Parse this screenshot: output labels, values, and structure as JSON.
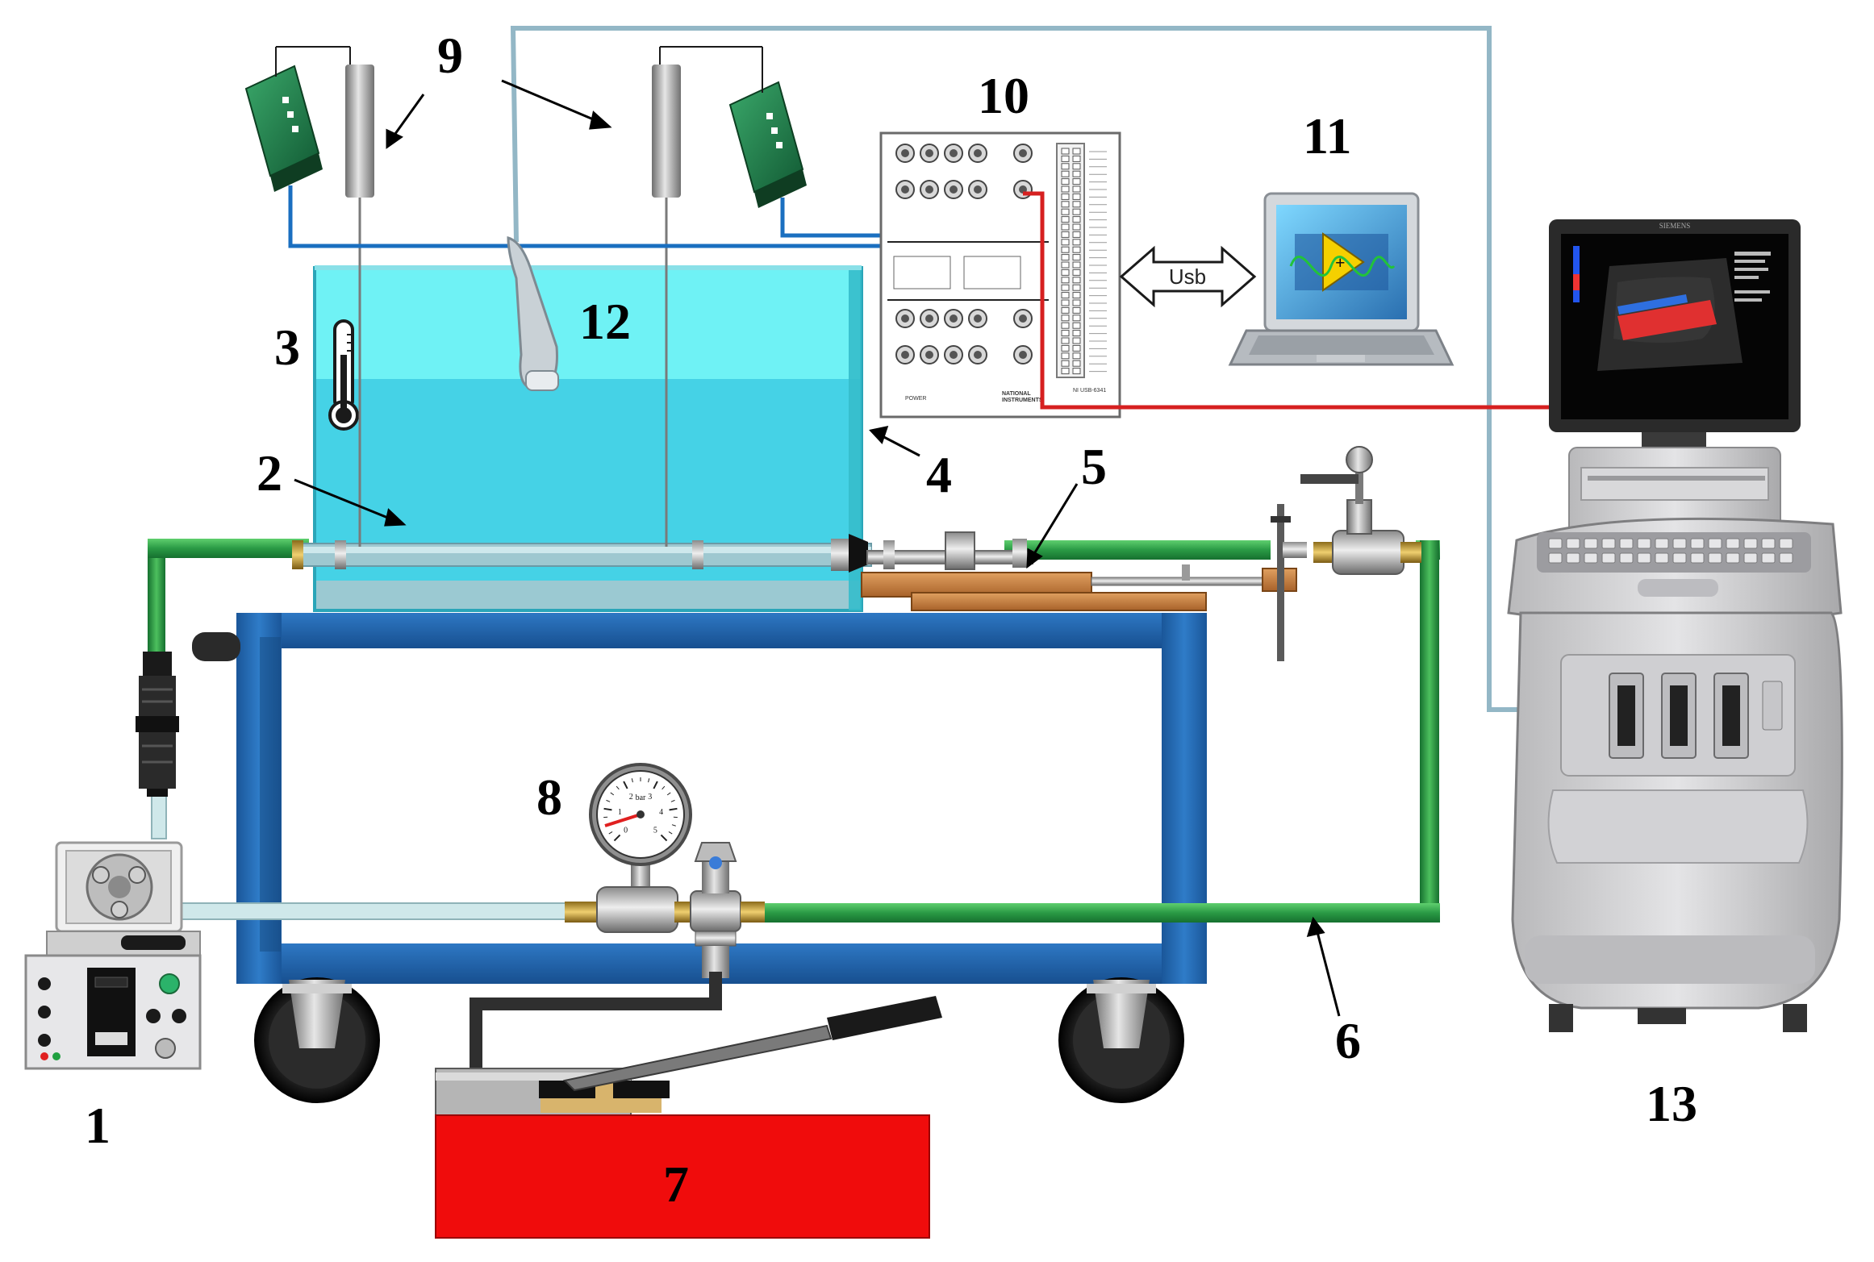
{
  "labels": {
    "n1": "1",
    "n2": "2",
    "n3": "3",
    "n4": "4",
    "n5": "5",
    "n6": "6",
    "n7": "7",
    "n8": "8",
    "n9": "9",
    "n10": "10",
    "n11": "11",
    "n12": "12",
    "n13": "13"
  },
  "daq": {
    "brand_line1": "NATIONAL",
    "brand_line2": "INSTRUMENTS",
    "power": "POWER",
    "model": "NI USB-6341"
  },
  "usb_link": "Usb",
  "gauge": {
    "unit": "bar",
    "ticks": [
      "0",
      "1",
      "2",
      "3",
      "4",
      "5"
    ]
  },
  "ultrasound": {
    "brand": "SIEMENS"
  },
  "colors": {
    "frame": "#1f5fa8",
    "pipe": "#2f9a48",
    "tank_water": "#3fd8e8",
    "cable": "#93b7c6",
    "signal_wire": "#d62020",
    "sensor_wire": "#1a6fc0",
    "pump_base": "#e01010"
  }
}
